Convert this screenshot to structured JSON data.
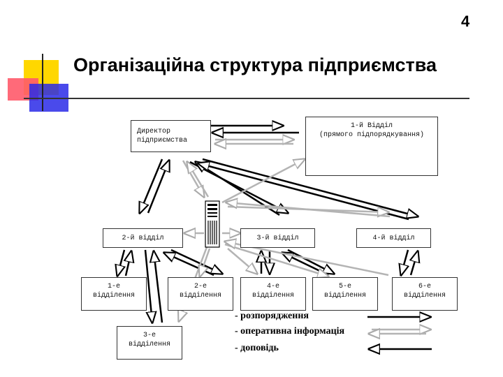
{
  "slide_number": "4",
  "title": "Організаційна структура підприємства",
  "boxes": {
    "director": "Директор\nпідприємства",
    "dept1": "1-й Відділ\n(прямого підпорядкування)",
    "dept2": "2-й відділ",
    "dept3": "3-й відділ",
    "dept4": "4-й відділ",
    "unit1": "1-е\nвідділення",
    "unit2": "2-е\nвідділення",
    "unit3": "3-е\nвідділення",
    "unit4": "4-е\nвідділення",
    "unit5": "5-е\nвідділення",
    "unit6": "6-е\nвідділення"
  },
  "legend": {
    "order": "- розпорядження",
    "info": "- оперативна інформація",
    "report": "- доповідь"
  },
  "colors": {
    "order_arrow": "#000000",
    "info_arrow": "#b4b4b4",
    "decor_yellow": "#ffd700",
    "decor_red": "#ff5a6a",
    "decor_blue": "#2a2ae8"
  },
  "icons": {
    "server": "server-tower-icon"
  }
}
